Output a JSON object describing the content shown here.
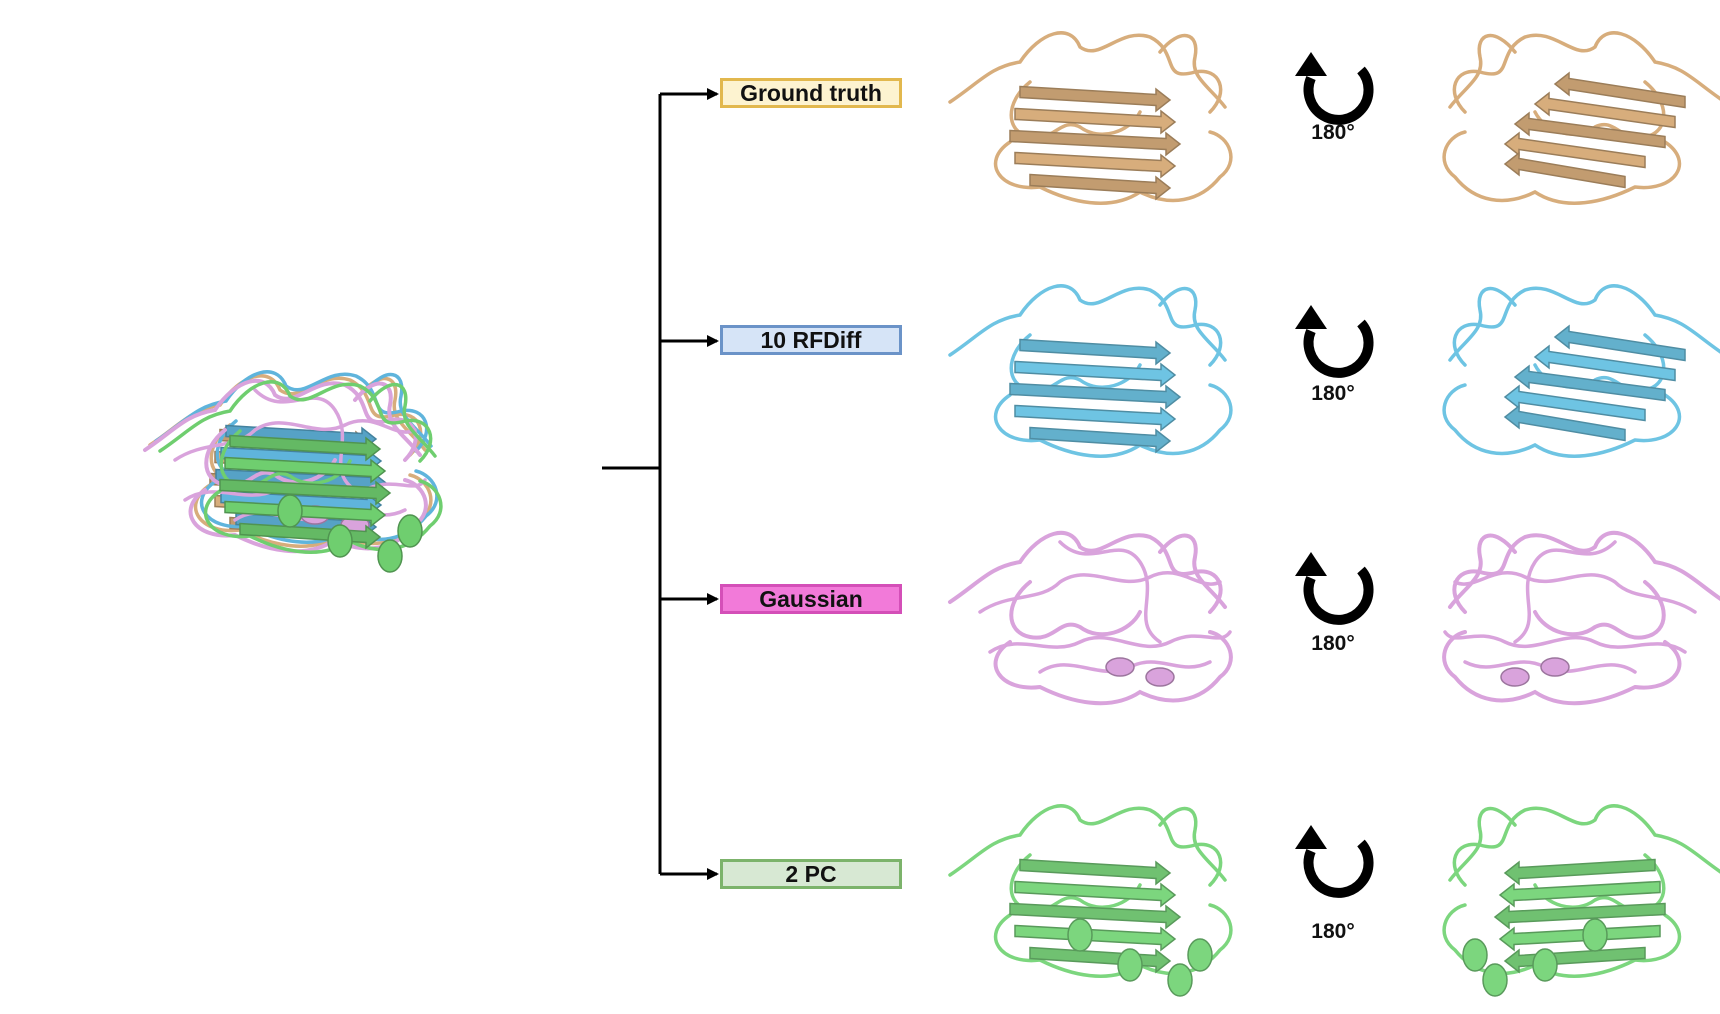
{
  "rows": [
    {
      "label": "Ground truth",
      "fill": "#fdf3d0",
      "border": "#e2b84e",
      "protein": "#d7ad7c",
      "rotation": "180°"
    },
    {
      "label": "10 RFDiff",
      "fill": "#d6e4f7",
      "border": "#6b93c8",
      "protein": "#6ec4e3",
      "rotation": "180°"
    },
    {
      "label": "Gaussian",
      "fill": "#f27ad9",
      "border": "#d44fb8",
      "protein": "#d9a3dc",
      "rotation": "180°"
    },
    {
      "label": "2 PC",
      "fill": "#d7e8d3",
      "border": "#7cb36b",
      "protein": "#7cd67e",
      "rotation": "180°"
    }
  ],
  "overlay_colors": [
    "#d7ad7c",
    "#5fb4dc",
    "#d9a3dc",
    "#6fce6f"
  ],
  "icons": {
    "rotation": "counterclockwise-rotation-arrow-icon",
    "connector": "arrow-right-icon"
  }
}
